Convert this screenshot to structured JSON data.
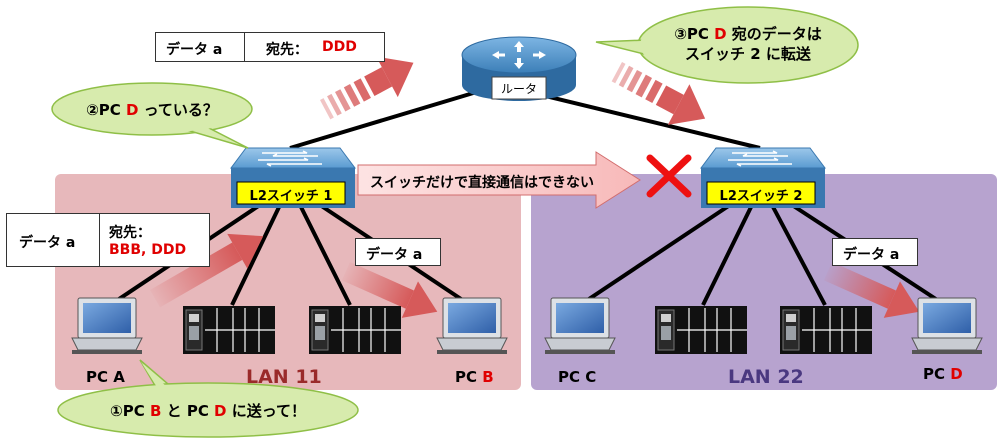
{
  "colors": {
    "lan_left": "#e7b8bb",
    "lan_right": "#b7a3cf",
    "bubble": "#d7ebad",
    "bubble_border": "#8fbf47",
    "switch_label_bg": "#ffff00",
    "router_blue": "#3c7fb8",
    "arrow_red": "#d65a5a",
    "accent_red": "#e00000",
    "cross_red": "#ee1111",
    "lan_label_left": "#9a2a2a",
    "lan_label_right": "#4a3880"
  },
  "router": {
    "label": "ルータ",
    "icon": "router-icon"
  },
  "switch1": {
    "label": "L2スイッチ 1",
    "icon": "switch-icon"
  },
  "switch2": {
    "label": "L2スイッチ 2",
    "icon": "switch-icon"
  },
  "lan1": {
    "label": "LAN 11"
  },
  "lan2": {
    "label": "LAN 22"
  },
  "pcs": {
    "a": {
      "prefix": "PC",
      "letter": "A"
    },
    "b": {
      "prefix": "PC",
      "letter": "B"
    },
    "c": {
      "prefix": "PC",
      "letter": "C"
    },
    "d": {
      "prefix": "PC",
      "letter": "D"
    }
  },
  "top_data_box": {
    "data_label": "データ a",
    "dest_label": "宛先：",
    "dest_value": "DDD"
  },
  "left_data_box": {
    "data_label": "データ a",
    "dest_label": "宛先：",
    "dest_value": "BBB, DDD"
  },
  "pc_b_data": {
    "label": "データ a"
  },
  "pc_d_data": {
    "label": "データ a"
  },
  "bubble1": {
    "num": "①PC ",
    "b": "B",
    "mid": " と PC ",
    "d": "D",
    "end": " に送って！"
  },
  "bubble2": {
    "num": "②PC ",
    "d": "D",
    "end": " っている？"
  },
  "bubble3": {
    "line1_num": "③PC ",
    "d": "D",
    "line1_end": " 宛のデータは",
    "line2": "スイッチ 2 に転送"
  },
  "direct_arrow": {
    "label": "スイッチだけで直接通信はできない"
  },
  "icons": [
    "router-icon",
    "switch-icon",
    "laptop-icon",
    "server-rack-icon",
    "cross-icon"
  ]
}
